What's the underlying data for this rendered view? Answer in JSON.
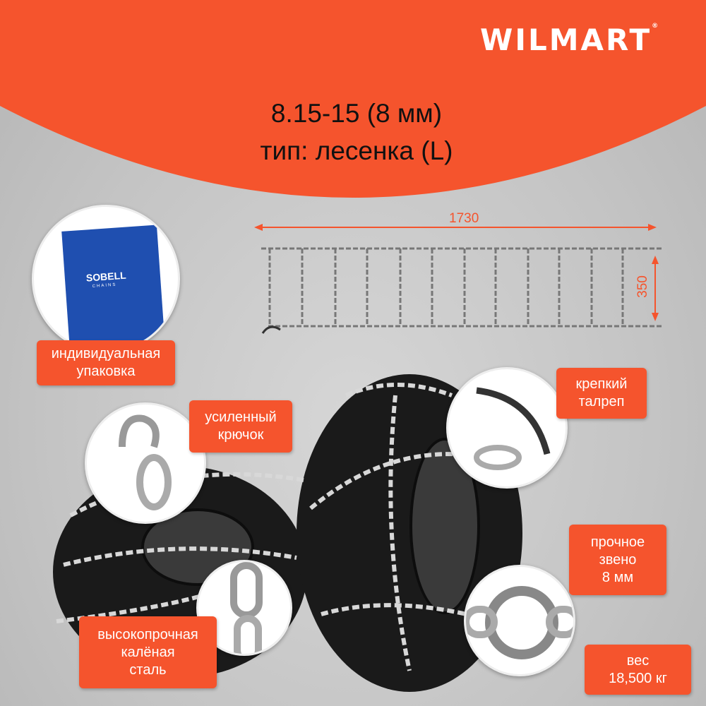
{
  "brand": {
    "logo": "WILMART"
  },
  "header": {
    "line1": "8.15-15 (8 мм)",
    "line2": "тип: лесенка (L)"
  },
  "diagram": {
    "length": "1730",
    "width": "350"
  },
  "labels": {
    "packaging": [
      "индивидуальная",
      "упаковка"
    ],
    "hook": [
      "усиленный",
      "крючок"
    ],
    "turnbuckle": [
      "крепкий",
      "талреп"
    ],
    "link": [
      "прочное",
      "звено",
      "8 мм"
    ],
    "steel": [
      "высокопрочная",
      "калёная",
      "сталь"
    ],
    "weight": [
      "вес",
      "18,500 кг"
    ]
  },
  "bag": {
    "brand": "SOBELL",
    "sub": "CHAINS"
  },
  "colors": {
    "accent": "#f5542d",
    "background": "#c9c9c9"
  }
}
